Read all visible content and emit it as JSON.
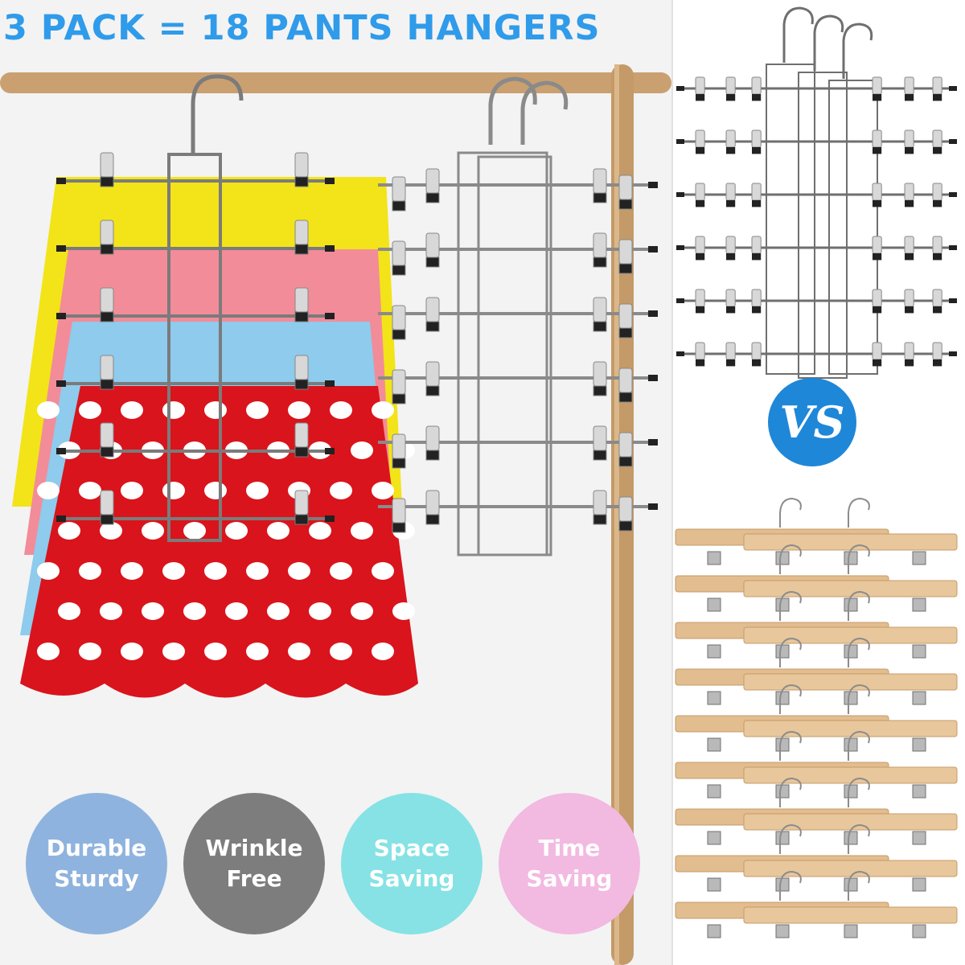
{
  "headline": "3 PACK = 18 PANTS HANGERS",
  "compare_label": "VS",
  "features": [
    {
      "line1": "Durable",
      "line2": "Sturdy",
      "color": "#8fb3df"
    },
    {
      "line1": "Wrinkle",
      "line2": "Free",
      "color": "#7d7d7d"
    },
    {
      "line1": "Space",
      "line2": "Saving",
      "color": "#86e2e4"
    },
    {
      "line1": "Time",
      "line2": "Saving",
      "color": "#f2b9e1"
    }
  ],
  "colors": {
    "headline": "#2f9bea",
    "vs_badge": "#1f87d8",
    "bamboo": "#caa070",
    "wood_hanger": "#e2bd8f",
    "skirt_yellow": "#f2e418",
    "skirt_pink": "#f28c98",
    "skirt_blue": "#8ecbed",
    "skirt_red": "#d9141c"
  },
  "icons": [
    "metal-tier-hanger-icon",
    "wooden-clip-hanger-icon",
    "skirt-icon",
    "clip-icon"
  ]
}
